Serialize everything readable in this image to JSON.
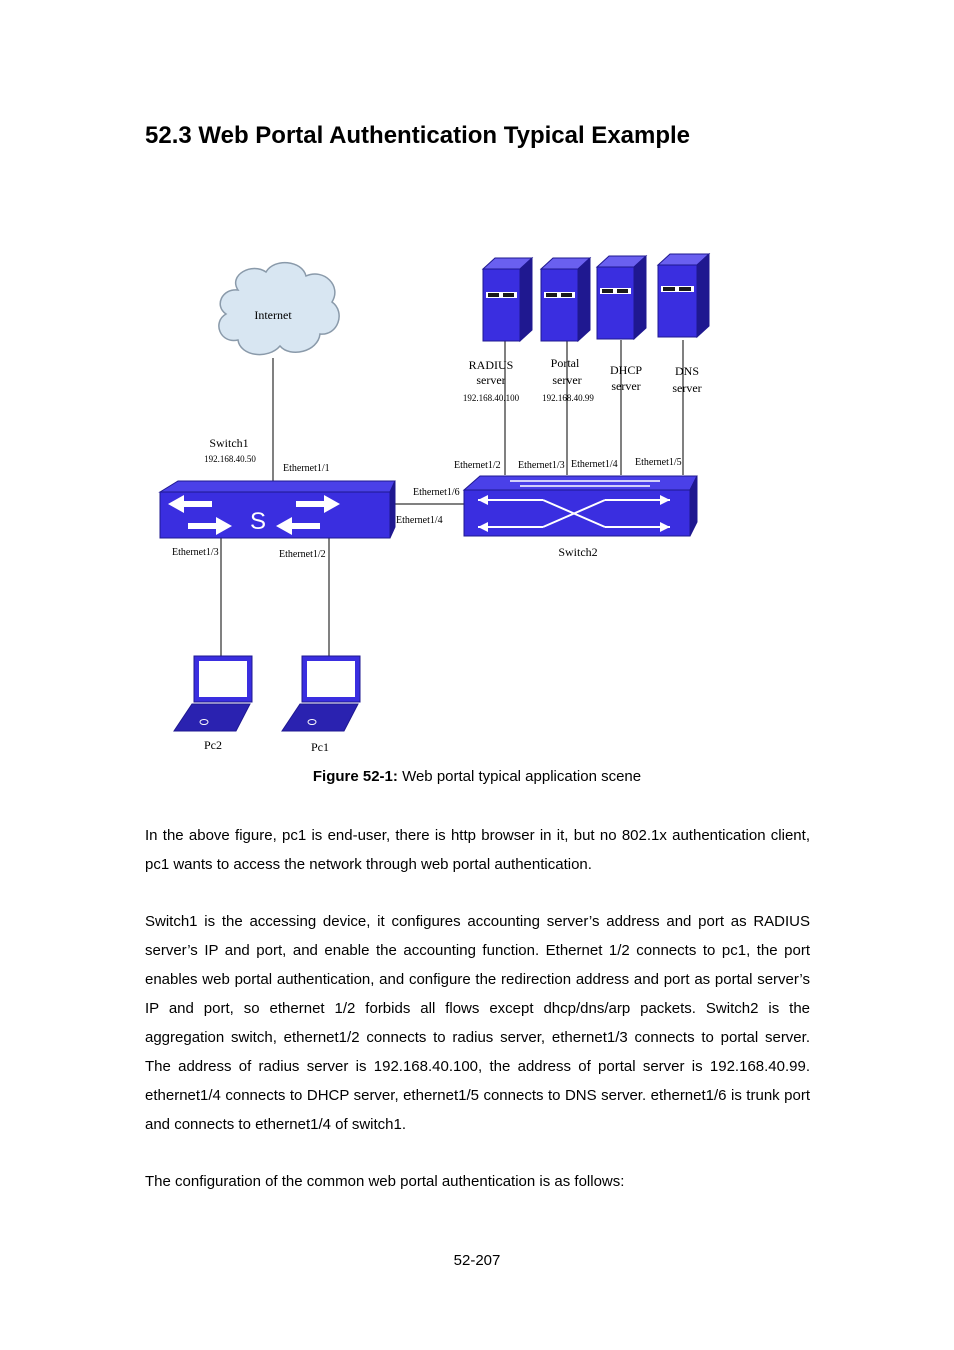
{
  "heading": "52.3 Web Portal Authentication Typical Example",
  "diagram": {
    "cloud_label": "Internet",
    "switch1": {
      "name": "Switch1",
      "ip": "192.168.40.50"
    },
    "switch2": {
      "name": "Switch2"
    },
    "switch1_ports": {
      "p1": "Ethernet1/1",
      "p3": "Ethernet1/3",
      "p2": "Ethernet1/2",
      "p4": "Ethernet1/4"
    },
    "switch2_ports": {
      "p6": "Ethernet1/6",
      "p2": "Ethernet1/2",
      "p3": "Ethernet1/3",
      "p4": "Ethernet1/4",
      "p5": "Ethernet1/5"
    },
    "servers": [
      {
        "line1": "RADIUS",
        "line2": "server",
        "ip": "192.168.40.100"
      },
      {
        "line1": "Portal",
        "line2": "server",
        "ip": "192.168.40.99"
      },
      {
        "line1": "DHCP",
        "line2": "server",
        "ip": ""
      },
      {
        "line1": "DNS",
        "line2": "server",
        "ip": ""
      }
    ],
    "pcs": {
      "left": "Pc2",
      "right": "Pc1"
    },
    "switch1_logo": "S",
    "colors": {
      "device_blue": "#3a2ee0",
      "device_dark": "#1f1890",
      "cloud": "#d8e6f2"
    }
  },
  "caption": {
    "label": "Figure 52-1:",
    "text": " Web portal typical application scene"
  },
  "paragraphs": [
    "In the above figure, pc1 is end-user, there is http browser in it, but no 802.1x authentication client, pc1 wants to access the network through web portal authentication.",
    "Switch1 is the accessing device, it configures accounting server’s address and port as RADIUS server’s IP and port, and enable the accounting function. Ethernet 1/2 connects to pc1, the port enables web portal authentication, and configure the redirection address and port as portal server’s IP and port, so ethernet 1/2 forbids all flows except dhcp/dns/arp packets. Switch2 is the aggregation switch, ethernet1/2 connects to radius server, ethernet1/3 connects to portal server. The address of radius server is 192.168.40.100, the address of portal server is 192.168.40.99. ethernet1/4 connects to DHCP server, ethernet1/5 connects to DNS server. ethernet1/6 is trunk port and connects to ethernet1/4 of switch1.",
    "The configuration of the common web portal authentication is as follows:"
  ],
  "page_number": "52-207"
}
